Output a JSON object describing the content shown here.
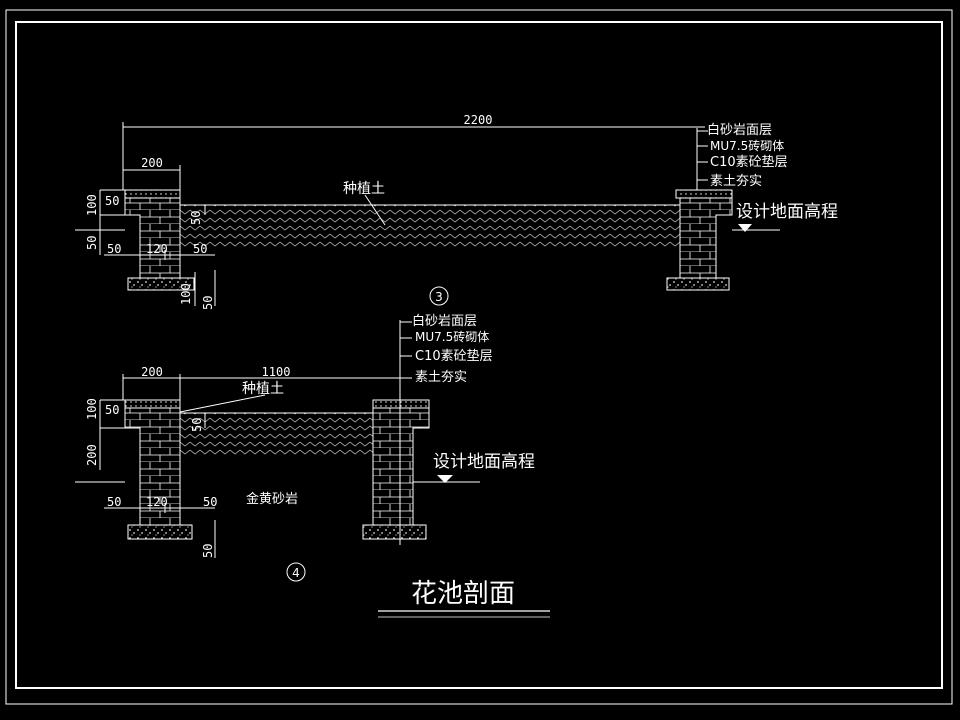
{
  "title": "花池剖面",
  "colors": {
    "background": "#000000",
    "line": "#ffffff",
    "hatch": "#bdbdbd"
  },
  "section3": {
    "marker": "3",
    "dim_total": "2200",
    "dim_wall": "200",
    "dim_cap": "50",
    "dim_left_100": "100",
    "dim_left_50": "50",
    "dim_bottom_50a": "50",
    "dim_bottom_120": "120",
    "dim_bottom_50b": "50",
    "dim_found_100": "100",
    "dim_found_50": "50",
    "dim_soil_50": "50",
    "soil_label": "种植土",
    "ground_label": "设计地面高程",
    "layers": [
      "白砂岩面层",
      "MU7.5砖砌体",
      "C10素砼垫层",
      "素土夯实"
    ]
  },
  "section4": {
    "marker": "4",
    "dim_span": "1100",
    "dim_wall": "200",
    "dim_cap": "50",
    "dim_left_100": "100",
    "dim_left_200": "200",
    "dim_bottom_50a": "50",
    "dim_bottom_120": "120",
    "dim_bottom_50b": "50",
    "dim_found_50": "50",
    "dim_soil_50": "50",
    "soil_label": "种植土",
    "ground_label": "设计地面高程",
    "stone_label": "金黄砂岩",
    "layers": [
      "白砂岩面层",
      "MU7.5砖砌体",
      "C10素砼垫层",
      "素土夯实"
    ]
  }
}
